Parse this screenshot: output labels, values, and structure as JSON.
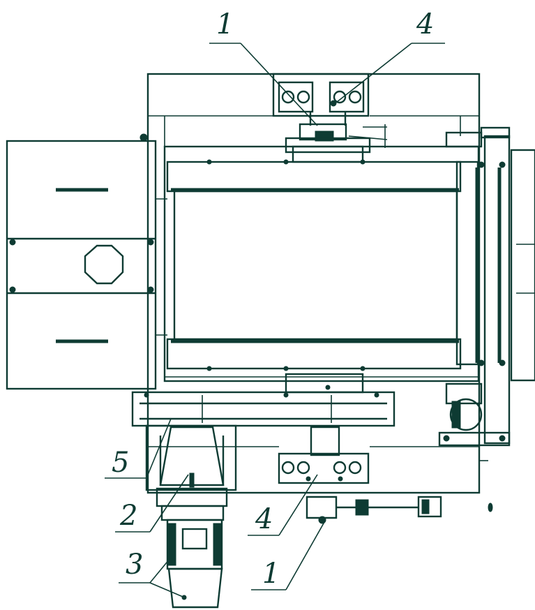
{
  "callouts": [
    {
      "id": "top-left",
      "text": "1"
    },
    {
      "id": "top-right",
      "text": "4"
    },
    {
      "id": "left-5",
      "text": "5"
    },
    {
      "id": "left-2",
      "text": "2"
    },
    {
      "id": "left-3",
      "text": "3"
    },
    {
      "id": "bottom-4",
      "text": "4"
    },
    {
      "id": "bottom-1",
      "text": "1"
    }
  ],
  "colors": {
    "line": "#0e3b33",
    "background": "#ffffff"
  }
}
